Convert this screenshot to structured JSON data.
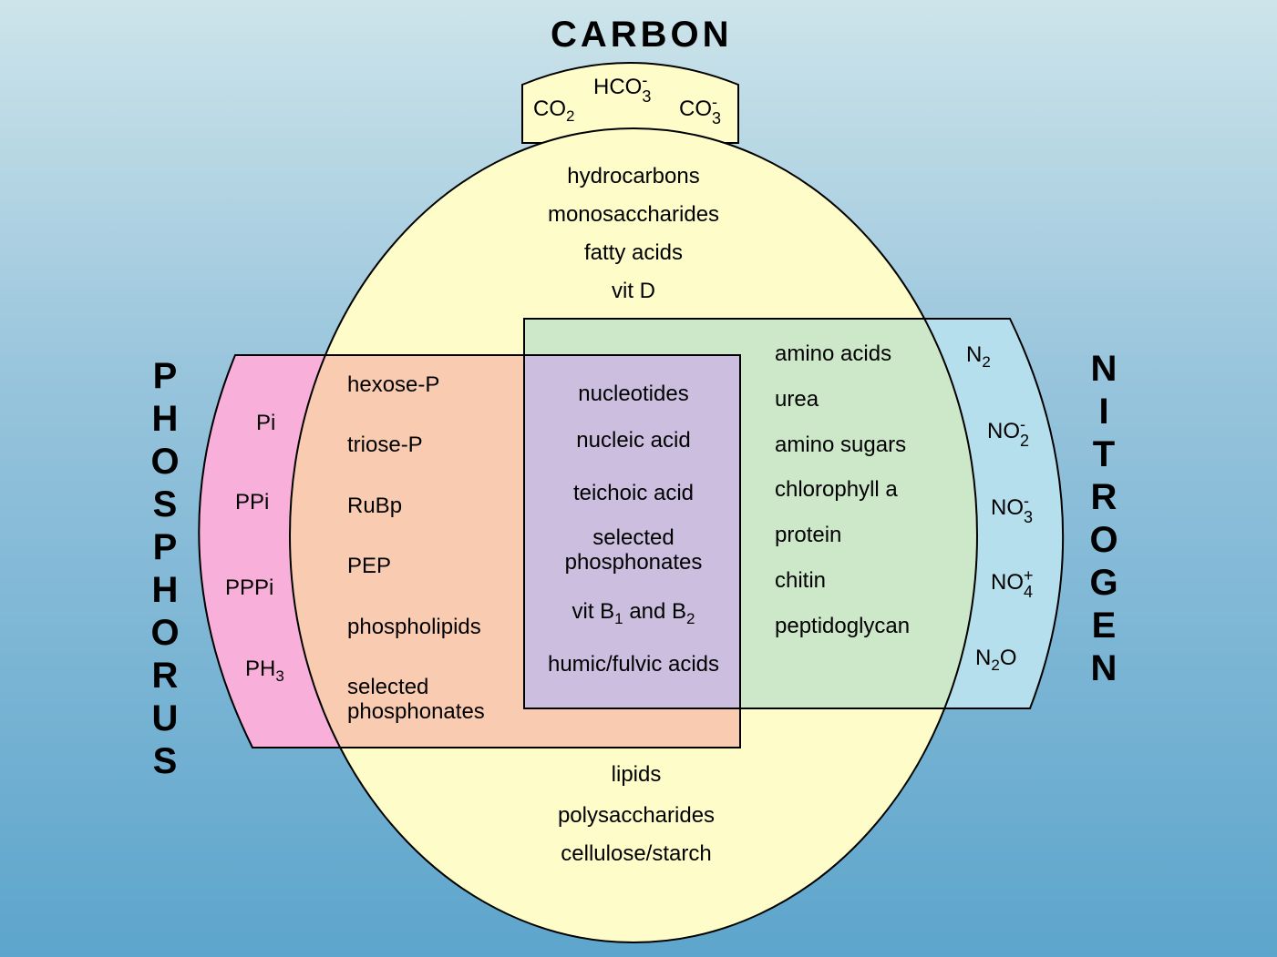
{
  "titles": {
    "carbon": "CARBON",
    "nitrogen": "NITROGEN",
    "phosphorus": "PHOSPHORUS"
  },
  "carbon_inorganic": {
    "co2": {
      "base": "CO",
      "sub": "2"
    },
    "hco3": {
      "base": "HCO",
      "sub": "3",
      "sup": "-"
    },
    "co3": {
      "base": "CO",
      "sub": "3",
      "sup": "-"
    }
  },
  "carbon_only": {
    "top": [
      "hydrocarbons",
      "monosaccharides",
      "fatty acids",
      "vit D"
    ],
    "bottom": [
      "lipids",
      "polysaccharides",
      "cellulose/starch"
    ]
  },
  "phosphorus_inorganic": {
    "pi": "Pi",
    "ppi": "PPi",
    "pppi": "PPPi",
    "ph3": {
      "base": "PH",
      "sub": "3"
    }
  },
  "carbon_phosphorus": [
    "hexose-P",
    "triose-P",
    "RuBp",
    "PEP",
    "phospholipids",
    "selected phosphonates"
  ],
  "carbon_nitrogen_phosphorus": {
    "items": [
      "nucleotides",
      "nucleic acid",
      "teichoic acid",
      "selected phosphonates"
    ],
    "vitb": {
      "a": "vit B",
      "sub1": "1",
      "mid": " and B",
      "sub2": "2"
    },
    "last": "humic/fulvic acids"
  },
  "carbon_nitrogen": [
    "amino acids",
    "urea",
    "amino sugars",
    "chlorophyll a",
    "protein",
    "chitin",
    "peptidoglycan"
  ],
  "nitrogen_inorganic": {
    "n2": {
      "base": "N",
      "sub": "2"
    },
    "no2": {
      "base": "NO",
      "sub": "2",
      "sup": "-"
    },
    "no3": {
      "base": "NO",
      "sub": "3",
      "sup": "-"
    },
    "no4": {
      "base": "NO",
      "sub": "4",
      "sup": "+"
    },
    "n2o": {
      "base": "N",
      "sub": "2",
      "tail": "O"
    }
  },
  "colors": {
    "carbon": "#fefdc9",
    "phosphorus": "#f8afd9",
    "nitrogen": "#b5dfec",
    "carbon_phosphorus": "#f9ccb2",
    "carbon_nitrogen": "#cce8c8",
    "all_three": "#cbbedf"
  }
}
